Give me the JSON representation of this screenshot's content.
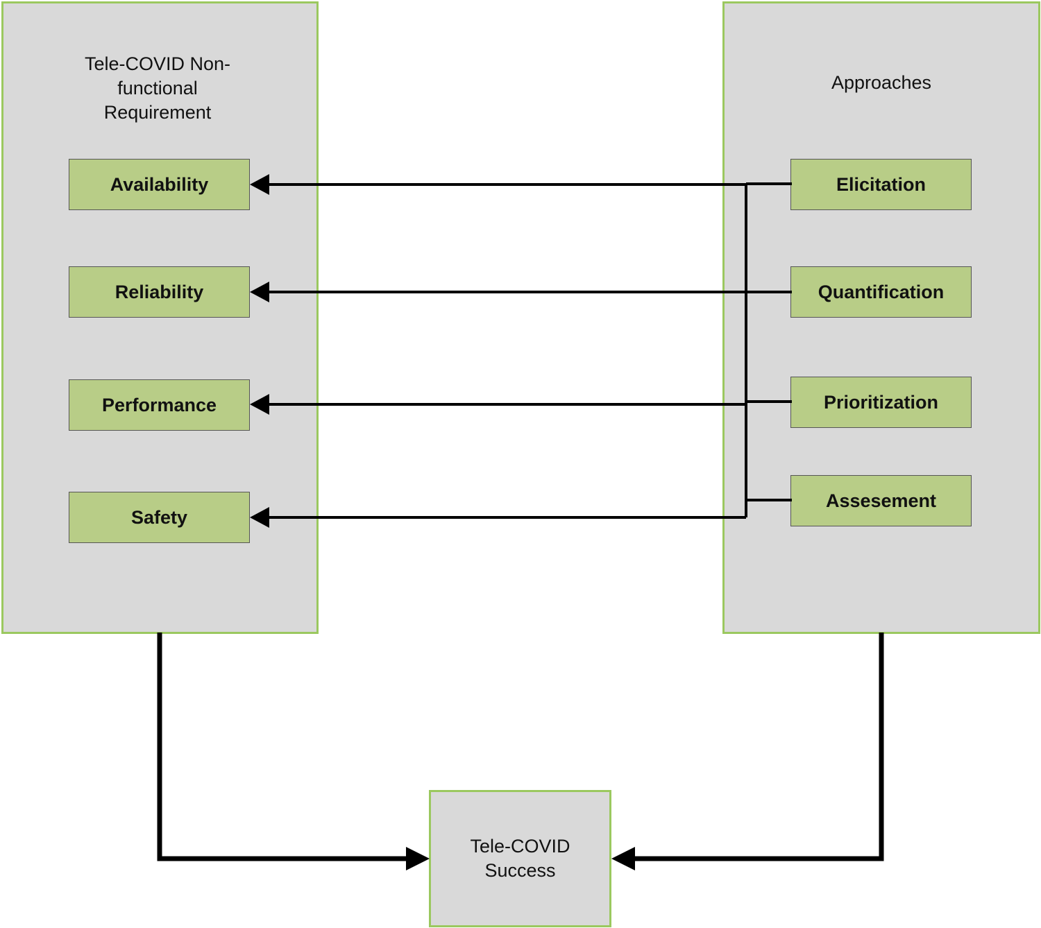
{
  "left_panel": {
    "title": "Tele-COVID Non-\nfunctional\nRequirement",
    "items": [
      "Availability",
      "Reliability",
      "Performance",
      "Safety"
    ]
  },
  "right_panel": {
    "title": "Approaches",
    "items": [
      "Elicitation",
      "Quantification",
      "Prioritization",
      "Assesement"
    ]
  },
  "outcome": {
    "label": "Tele-COVID\nSuccess"
  },
  "colors": {
    "panel_fill": "#d9d9d9",
    "panel_border": "#9bc85f",
    "item_fill": "#b8cd87",
    "line": "#000000"
  }
}
